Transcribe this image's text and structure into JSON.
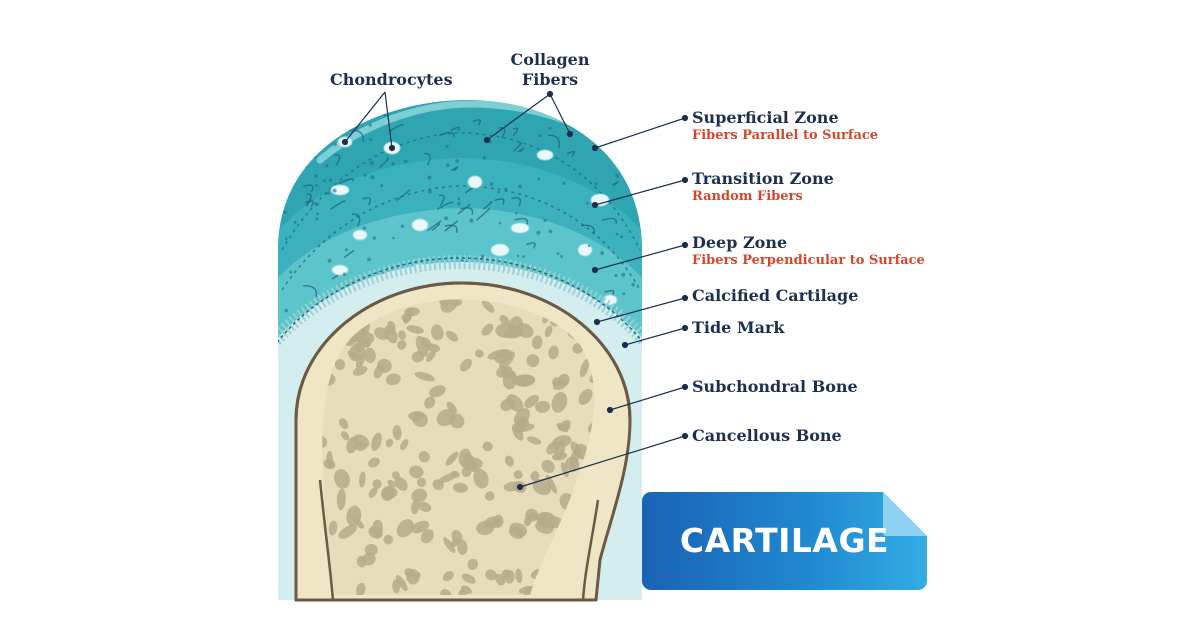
{
  "labels": {
    "chondrocytes": "Chondrocytes",
    "collagen_line1": "Collagen",
    "collagen_line2": "Fibers",
    "superficial_zone": "Superficial Zone",
    "superficial_zone_note": "Fibers Parallel to Surface",
    "transition_zone": "Transition Zone",
    "transition_zone_note": "Random Fibers",
    "deep_zone": "Deep Zone",
    "deep_zone_note": "Fibers Perpendicular to Surface",
    "calcified_cartilage": "Calcified Cartilage",
    "tide_mark": "Tide Mark",
    "subchondral_bone": "Subchondral Bone",
    "cancellous_bone": "Cancellous Bone"
  },
  "badge": {
    "title": "CARTILAGE"
  },
  "colors": {
    "label_text": "#1d2f4f",
    "note_text": "#d4472c",
    "superficial": "#2fa5b2",
    "transition": "#3bb1bd",
    "deep": "#5cc5cb",
    "bone": "#efe6c6",
    "cancellous": "#b5ab8c",
    "badge_dark": "#1b62b4",
    "badge_light": "#33ace3"
  }
}
